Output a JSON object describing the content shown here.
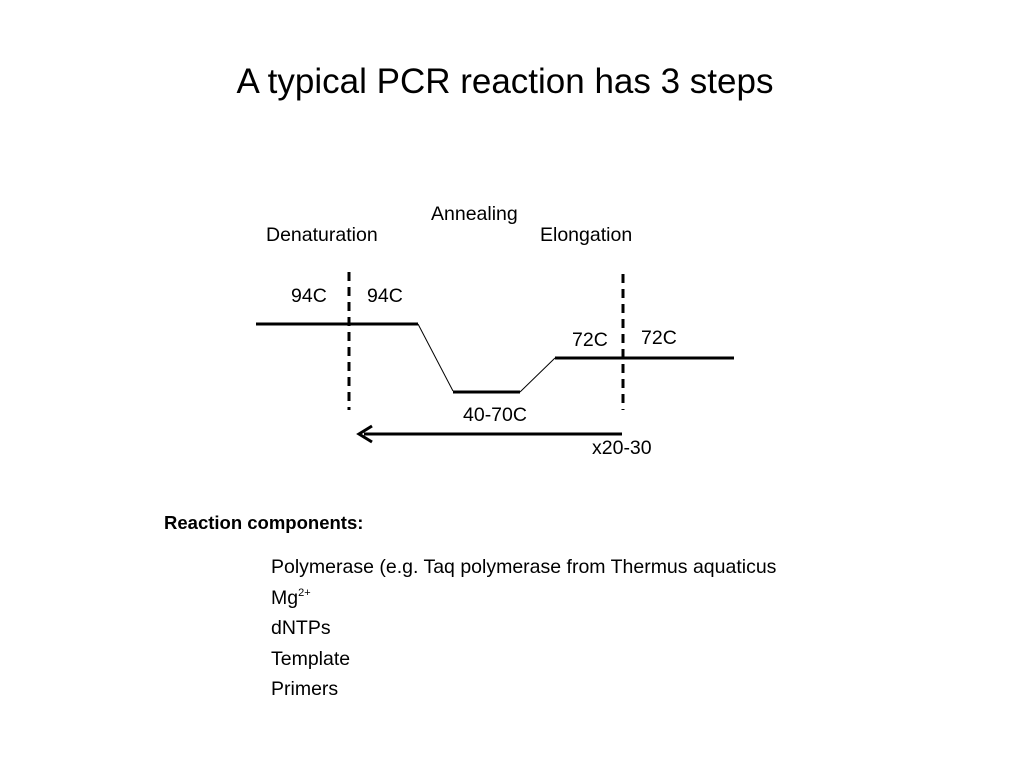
{
  "title": "A typical PCR reaction has 3 steps",
  "steps": {
    "denaturation": "Denaturation",
    "annealing": "Annealing",
    "elongation": "Elongation"
  },
  "temperatures": {
    "denaturation_left": "94C",
    "denaturation_right": "94C",
    "annealing": "40-70C",
    "elongation_left": "72C",
    "elongation_right": "72C"
  },
  "cycle_label": "x20-30",
  "components": {
    "heading": "Reaction components:",
    "items": [
      {
        "text": "Polymerase (e.g. Taq polymerase from Thermus aquaticus",
        "sup": ""
      },
      {
        "text": "Mg",
        "sup": "2+"
      },
      {
        "text": "dNTPs",
        "sup": ""
      },
      {
        "text": "Template",
        "sup": ""
      },
      {
        "text": "Primers",
        "sup": ""
      }
    ]
  }
}
